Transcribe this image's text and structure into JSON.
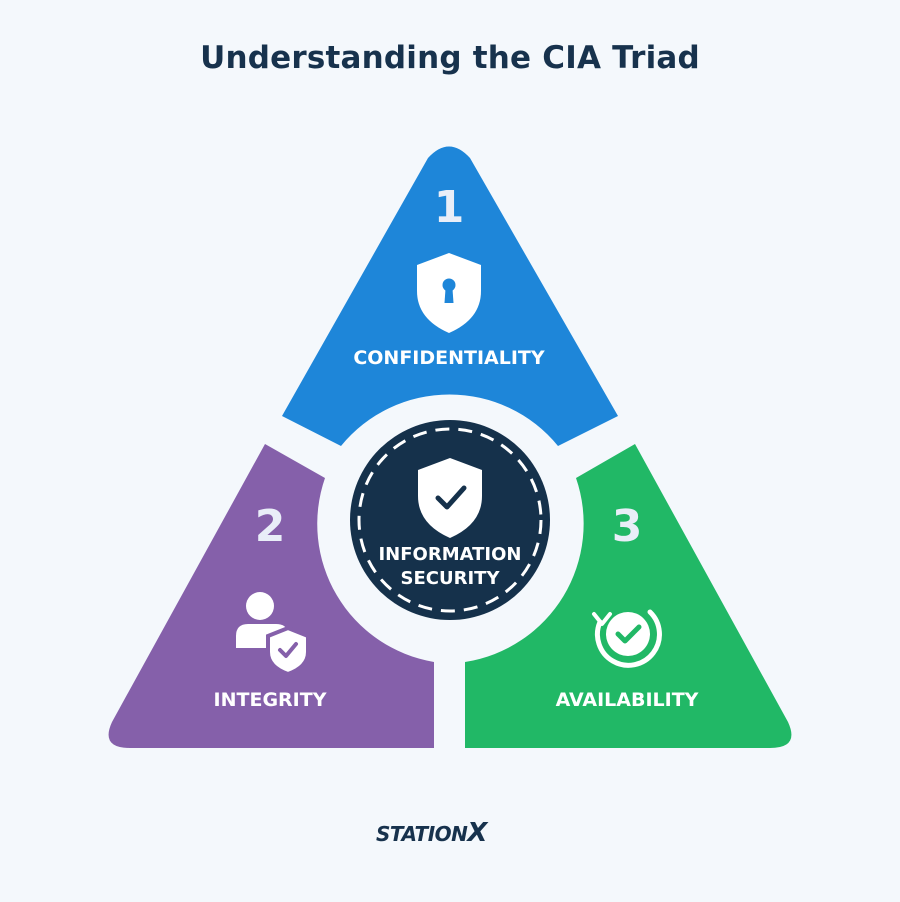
{
  "title": "Understanding the CIA Triad",
  "center": {
    "label_line1": "INFORMATION",
    "label_line2": "SECURITY",
    "icon": "shield-check-icon"
  },
  "segments": [
    {
      "number": "1",
      "label": "CONFIDENTIALITY",
      "icon": "shield-keyhole-icon",
      "color": "#1e86d9"
    },
    {
      "number": "2",
      "label": "INTEGRITY",
      "icon": "user-shield-icon",
      "color": "#8560aa"
    },
    {
      "number": "3",
      "label": "AVAILABILITY",
      "icon": "check-cycle-icon",
      "color": "#21b866"
    }
  ],
  "center_color": "#15314b",
  "logo": {
    "brand_main": "STATION",
    "brand_x": "X"
  }
}
